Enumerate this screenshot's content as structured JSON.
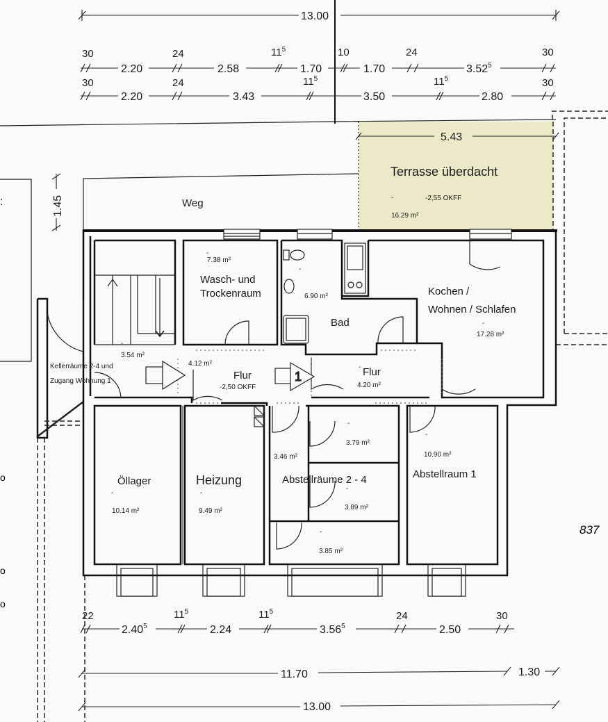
{
  "plan": {
    "type": "floor-plan",
    "page_number": "837",
    "overall_width_top": "13.00",
    "overall_width_bottom": "13.00",
    "dimension_rows": {
      "top_row_1": [
        {
          "wall": "30",
          "span": "2.20"
        },
        {
          "wall": "24",
          "span": "2.58"
        },
        {
          "wall": "11",
          "wall_sup": "5",
          "span": "1.70"
        },
        {
          "wall": "10",
          "span": "1.70"
        },
        {
          "wall": "24",
          "span": "3.52",
          "span_sup": "5"
        },
        {
          "wall": "30"
        }
      ],
      "top_row_2": [
        {
          "wall": "30",
          "span": "2.20"
        },
        {
          "wall": "24",
          "span": "3.43"
        },
        {
          "wall": "11",
          "wall_sup": "5",
          "span": "3.50"
        },
        {
          "wall": "11",
          "wall_sup": "5",
          "span": "2.80"
        },
        {
          "wall": "30"
        }
      ],
      "bottom_row_1": [
        {
          "wall": "22",
          "span": "2.40",
          "span_sup": "5"
        },
        {
          "wall": "11",
          "wall_sup": "5",
          "span": "2.24"
        },
        {
          "wall": "11",
          "wall_sup": "5",
          "span": "3.56",
          "span_sup": "5"
        },
        {
          "wall": "24",
          "span": "2.50"
        },
        {
          "wall": "30"
        }
      ],
      "bottom_row_2": [
        {
          "span": "11.70"
        },
        {
          "span": "1.30"
        }
      ]
    },
    "terrace_width": "5.43",
    "path_depth": "1.45",
    "rooms": {
      "terrace": {
        "name": "Terrasse überdacht",
        "level": "-2,55 OKFF",
        "area": "16.29 m²",
        "marker": "-"
      },
      "path": {
        "name": "Weg"
      },
      "laundry": {
        "name_line1": "Wasch- und",
        "name_line2": "Trockenraum",
        "area": "7.38 m²",
        "marker": "-"
      },
      "bath": {
        "name": "Bad",
        "area": "6.90 m²",
        "marker": "-"
      },
      "living": {
        "name_line1": "Kochen /",
        "name_line2": "Wohnen / Schlafen",
        "area": "17.28 m²",
        "marker": "-"
      },
      "stair": {
        "name_line1": "Kellerräume 2-4 und",
        "name_line2": "Zugang Wohnung 1",
        "area": "3.54 m²",
        "marker": "-"
      },
      "hall1": {
        "name": "Flur",
        "area": "4.12 m²",
        "level": "-2,50 OKFF"
      },
      "hall2": {
        "name": "Flur",
        "area": "4.20 m²",
        "marker": "-"
      },
      "oil": {
        "name": "Öllager",
        "area": "10.14 m²",
        "marker": "-"
      },
      "heating": {
        "name": "Heizung",
        "area": "9.49 m²",
        "marker": "-"
      },
      "storage_group": {
        "name": "Abstellräume 2 - 4"
      },
      "storage_a": {
        "area": "3.46 m²"
      },
      "storage_b": {
        "area": "3.79 m²",
        "marker": "-"
      },
      "storage_c": {
        "area": "3.89 m²",
        "marker": "-"
      },
      "storage_d": {
        "area": "3.85 m²",
        "marker": "-"
      },
      "storage1": {
        "name": "Abstellraum 1",
        "area": "10.90 m²",
        "marker": "-"
      }
    },
    "entrance_marker": "1",
    "colors": {
      "terrace_fill": "#ece9c8",
      "line": "#111111",
      "paper": "#fafafa"
    }
  }
}
